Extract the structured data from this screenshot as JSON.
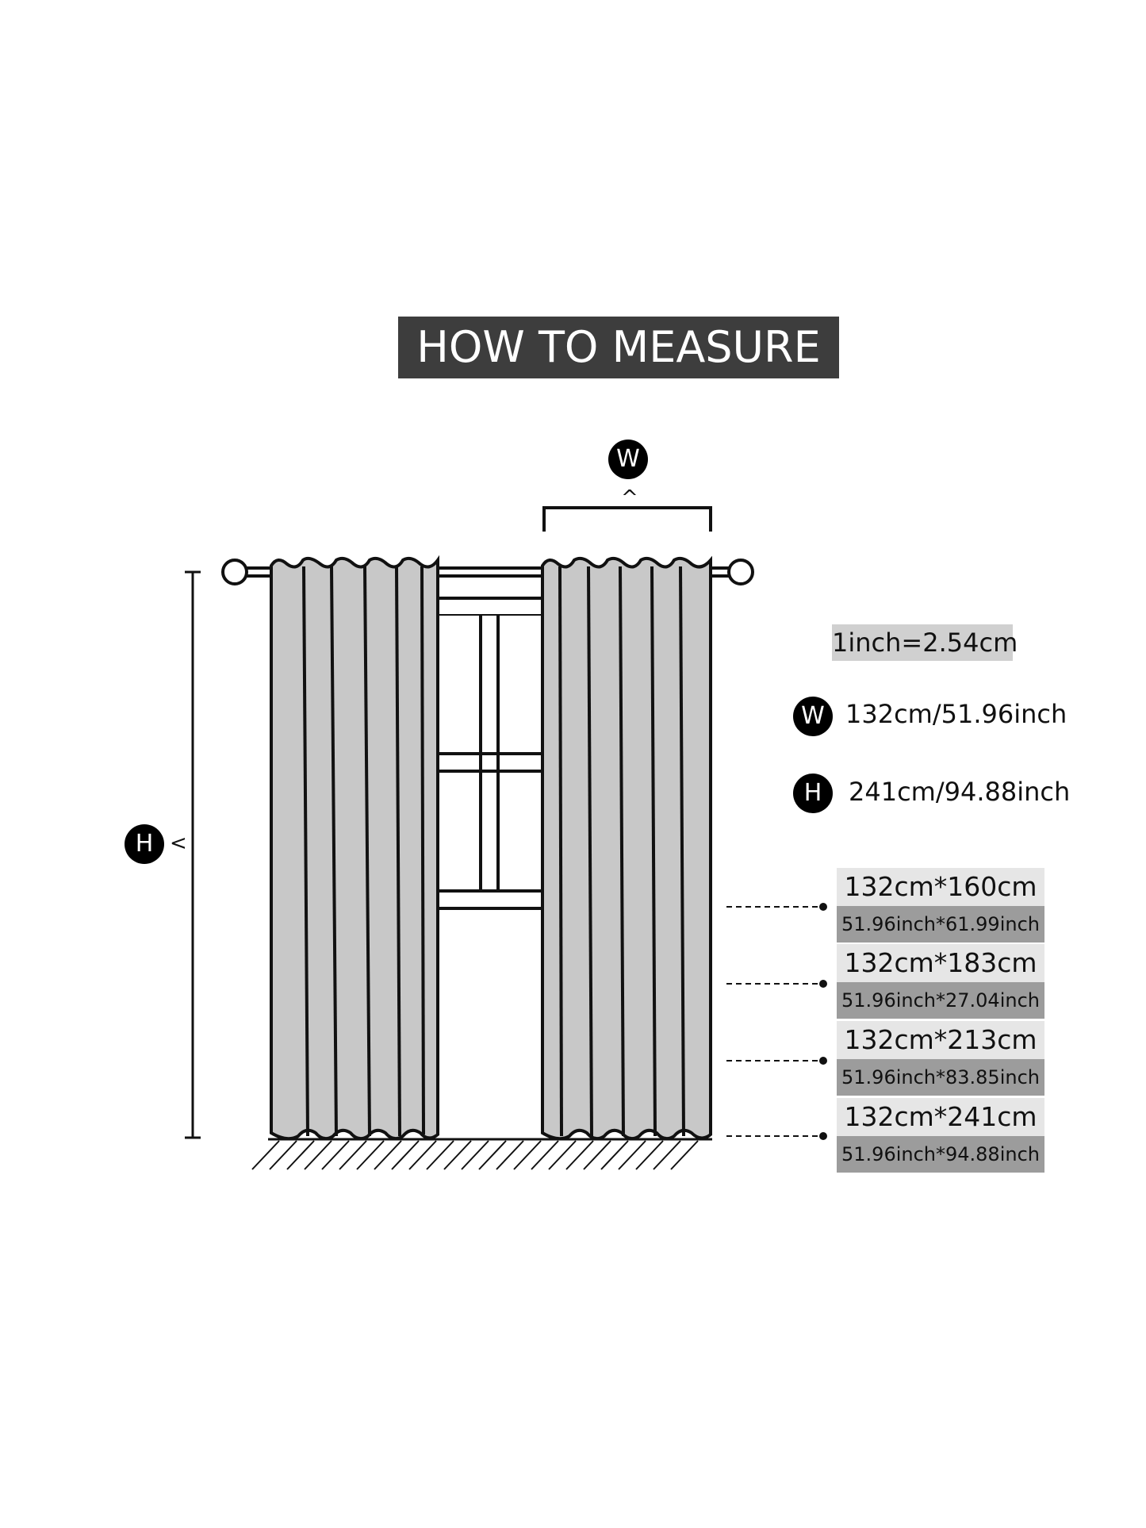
{
  "title": "HOW TO MEASURE",
  "width_badge": "W",
  "height_badge": "H",
  "conversion": "1inch=2.54cm",
  "specs": [
    {
      "badge": "W",
      "text": "132cm/51.96inch"
    },
    {
      "badge": "H",
      "text": "241cm/94.88inch"
    }
  ],
  "sizes": [
    {
      "cm": "132cm*160cm",
      "inch": "51.96inch*61.99inch"
    },
    {
      "cm": "132cm*183cm",
      "inch": "51.96inch*27.04inch"
    },
    {
      "cm": "132cm*213cm",
      "inch": "51.96inch*83.85inch"
    },
    {
      "cm": "132cm*241cm",
      "inch": "51.96inch*94.88inch"
    }
  ],
  "colors": {
    "banner": "#3d3d3d",
    "curtain": "#c8c8c8",
    "badge": "#000000",
    "size_cm_bg": "#e6e6e6",
    "size_inch_bg": "#9c9c9c",
    "conversion_bg": "#d0d0d0"
  }
}
